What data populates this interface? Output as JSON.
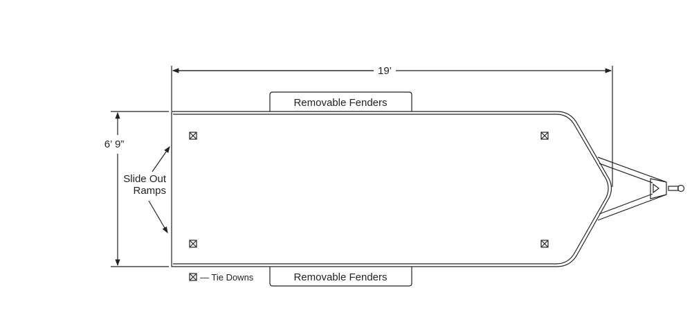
{
  "dimensions": {
    "length": "19’",
    "width": "6’ 9”"
  },
  "labels": {
    "fender_top": "Removable Fenders",
    "fender_bottom": "Removable Fenders",
    "ramps_line1": "Slide Out",
    "ramps_line2": "Ramps",
    "legend": "— Tie Downs"
  },
  "colors": {
    "line": "#222222",
    "background": "#ffffff"
  }
}
